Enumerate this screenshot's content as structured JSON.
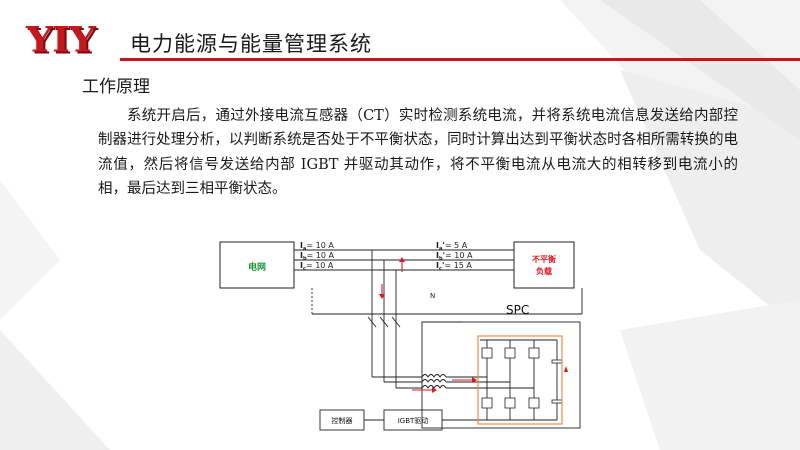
{
  "header": {
    "logo_text": "YIY",
    "title": "电力能源与能量管理系统"
  },
  "section": {
    "subtitle": "工作原理",
    "paragraph": "系统开启后，通过外接电流互感器（CT）实时检测系统电流，并将系统电流信息发送给内部控制器进行处理分析，以判断系统是否处于不平衡状态，同时计算出达到平衡状态时各相所需转换的电流值，然后将信号发送给内部 IGBT 并驱动其动作，将不平衡电流从电流大的相转移到电流小的相，最后达到三相平衡状态。"
  },
  "diagram": {
    "grid_label": "电网",
    "load_label_line1": "不平衡",
    "load_label_line2": "负载",
    "spc_label": "SPC",
    "neutral_label": "N",
    "controller_label": "控制器",
    "igbt_label": "IGBT驱动",
    "left_currents": [
      {
        "label": "I",
        "sub": "a",
        "value": "= 10 A"
      },
      {
        "label": "I",
        "sub": "b",
        "value": "= 10 A"
      },
      {
        "label": "I",
        "sub": "c",
        "value": "= 10 A"
      }
    ],
    "right_currents": [
      {
        "label": "I",
        "sub": "a",
        "prime": "'",
        "value": "=   5 A"
      },
      {
        "label": "I",
        "sub": "b",
        "prime": "'",
        "value": "= 10 A"
      },
      {
        "label": "I",
        "sub": "c",
        "prime": "'",
        "value": "= 15 A"
      }
    ]
  },
  "colors": {
    "brand_red": "#c8161d",
    "grid_green": "#1a9a3a",
    "flow_red": "#e0161d",
    "flow_orange": "#f08030"
  }
}
